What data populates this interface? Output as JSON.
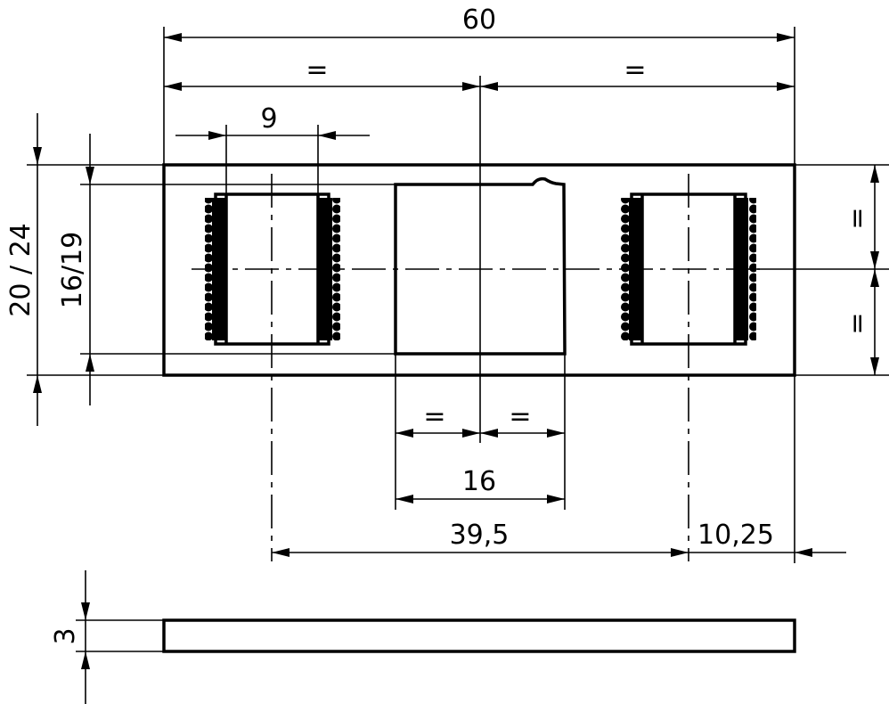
{
  "drawing": {
    "overall_length": "60",
    "equal_left": "=",
    "equal_right": "=",
    "thread_width": "9",
    "height": "20 / 24",
    "inner_height": "16/19",
    "equal_vertical_top": "=",
    "equal_vertical_bottom": "=",
    "square_equal_left": "=",
    "square_equal_right": "=",
    "square_width": "16",
    "center_distance": "39,5",
    "edge_offset": "10,25",
    "thickness": "3"
  },
  "colors": {
    "line": "#000000",
    "background": "#ffffff"
  }
}
